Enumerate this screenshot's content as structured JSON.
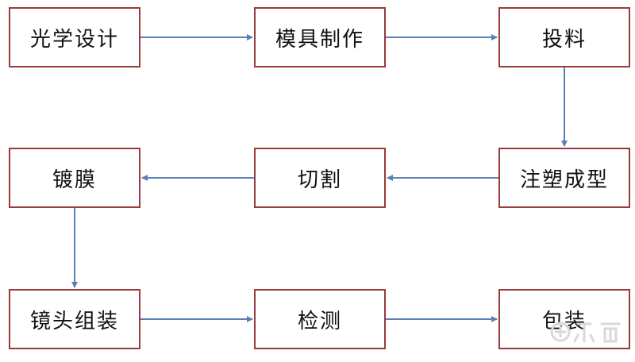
{
  "flowchart": {
    "steps": {
      "optical_design": "光学设计",
      "mold_making": "模具制作",
      "feeding": "投料",
      "injection_molding": "注塑成型",
      "cutting": "切割",
      "coating": "镀膜",
      "lens_assembly": "镜头组装",
      "inspection": "检测",
      "packaging": "包装"
    },
    "colors": {
      "box_border": "#9b3a3a",
      "arrow": "#5b7fb5",
      "text": "#111111"
    }
  }
}
